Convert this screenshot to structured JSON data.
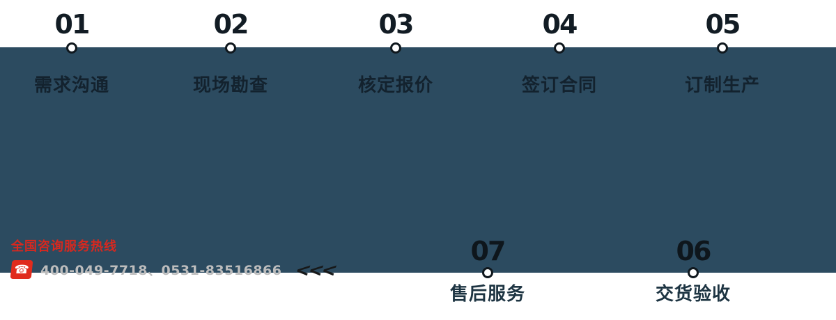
{
  "page": {
    "type": "service-process-banner"
  },
  "colors": {
    "band": "#2c4b60",
    "accent_red": "#d7281f",
    "phone_icon_red": "#e02b1d",
    "step_number": "#121c24",
    "step_label_on_band": "#13222e",
    "step_label_on_white": "#1d3442",
    "phone_numbers_gray": "#bdbdbd"
  },
  "steps_top": [
    {
      "number": "01",
      "label": "需求沟通"
    },
    {
      "number": "02",
      "label": "现场勘查"
    },
    {
      "number": "03",
      "label": "核定报价"
    },
    {
      "number": "04",
      "label": "签订合同"
    },
    {
      "number": "05",
      "label": "订制生产"
    }
  ],
  "steps_bottom": [
    {
      "number": "07",
      "label": "售后服务"
    },
    {
      "number": "06",
      "label": "交货验收"
    }
  ],
  "hotline": {
    "title": "全国咨询服务热线",
    "numbers": "400-049-7718、0531-83516866"
  },
  "arrows": {
    "symbol": "<<<"
  }
}
